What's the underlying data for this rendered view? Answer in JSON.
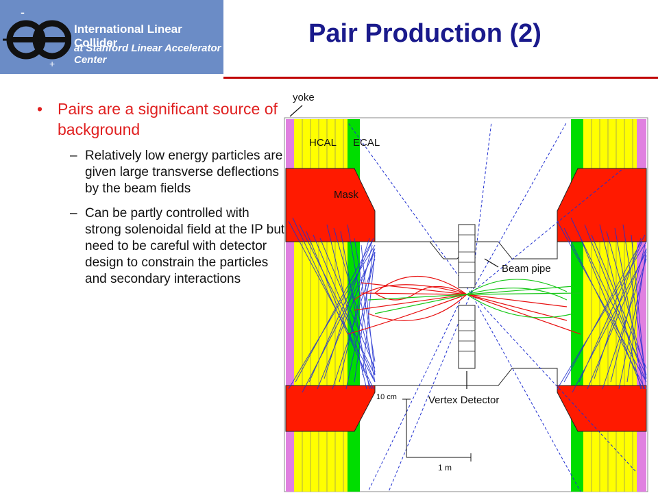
{
  "logo": {
    "line1": "International Linear Collider",
    "line2": "at Stanford Linear Accelerator Center"
  },
  "title": "Pair Production (2)",
  "bullet": "Pairs are a significant source of background",
  "subbullets": [
    "Relatively low energy particles are given large transverse deflections by the beam fields",
    "Can be partly controlled with strong solenoidal field at the IP but need to be careful with detector design to constrain the particles and secondary interactions"
  ],
  "figure": {
    "labels": {
      "yoke": "yoke",
      "hcal": "HCAL",
      "ecal": "ECAL",
      "mask": "Mask",
      "beam_pipe": "Beam pipe",
      "vertex": "Vertex Detector",
      "scale_v": "10 cm",
      "scale_h": "1 m"
    },
    "colors": {
      "hcal": "#ffff00",
      "ecal": "#00dd00",
      "mask": "#ff1a00",
      "tracks_blue": "#1f2fd0",
      "tracks_red": "#e81010",
      "tracks_green": "#18c818",
      "yoke": "#e080e0"
    }
  }
}
